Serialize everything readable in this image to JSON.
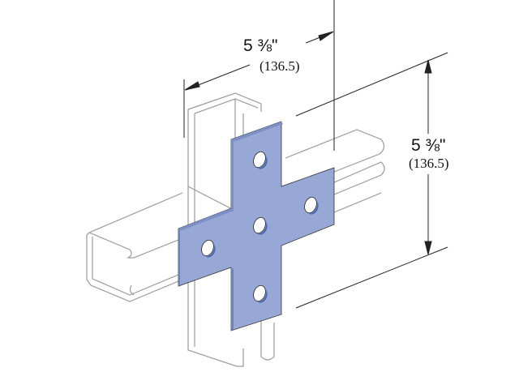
{
  "dimensions": {
    "width": {
      "imperial": "5 ⅜\"",
      "metric": "(136.5)"
    },
    "height": {
      "imperial": "5 ⅜\"",
      "metric": "(136.5)"
    }
  },
  "colors": {
    "plate": "#97a8d6",
    "plate_edge": "#6f82b8",
    "hole": "#4a67ad",
    "channel": "#9a9a9a",
    "dimension": "#222222"
  }
}
